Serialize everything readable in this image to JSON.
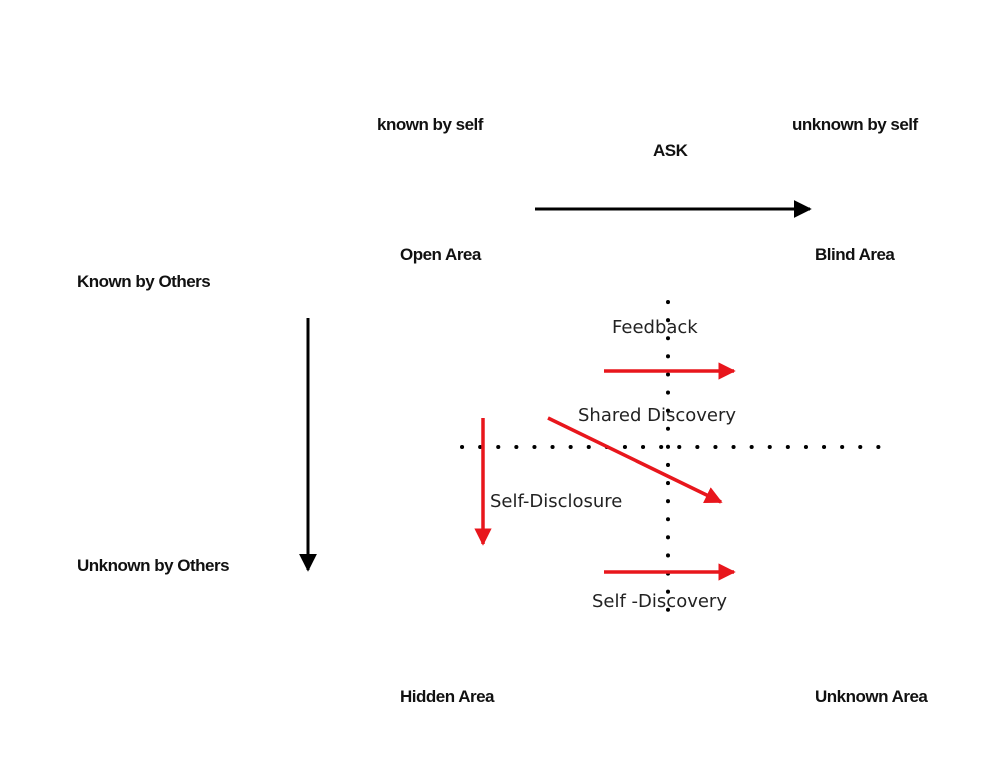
{
  "columns": {
    "known_by_self": "known by self",
    "unknown_by_self": "unknown by self"
  },
  "rows": {
    "known_by_others": "Known by Others",
    "unknown_by_others": "Unknown by Others"
  },
  "ask_label": "ASK",
  "areas": {
    "open": "Open Area",
    "blind": "Blind Area",
    "hidden": "Hidden Area",
    "unknown": "Unknown Area"
  },
  "arrows": {
    "feedback": "Feedback",
    "shared_discovery": "Shared Discovery",
    "self_disclosure": "Self-Disclosure",
    "self_discovery": "Self -Discovery"
  },
  "colors": {
    "black_arrow": "#000000",
    "red_arrow": "#e8161c",
    "text": "#111111"
  }
}
